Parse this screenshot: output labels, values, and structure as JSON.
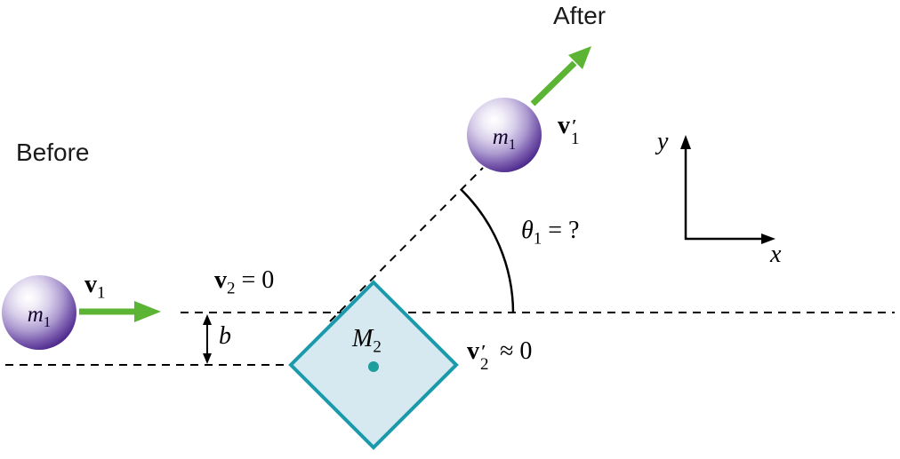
{
  "figure": {
    "after": "After",
    "before": "Before"
  },
  "vectors": {
    "v1": {
      "base": "v",
      "sub": "1"
    },
    "v2_initial": {
      "base": "v",
      "sub": "2",
      "rest": " = 0"
    },
    "v1_prime": {
      "base": "v",
      "prime": "′",
      "sub": "1"
    },
    "v2_prime": {
      "base": "v",
      "prime": "′",
      "sub": "2",
      "rest": " ≈ 0"
    }
  },
  "masses": {
    "m1_before": {
      "base": "m",
      "sub": "1"
    },
    "m1_after": {
      "base": "m",
      "sub": "1"
    },
    "m2_block": {
      "base": "M",
      "sub": "2"
    }
  },
  "angle_theta1": {
    "base": "θ",
    "sub": "1",
    "rest": " = ?"
  },
  "impact_parameter": {
    "label": "b"
  },
  "axes": {
    "x": "x",
    "y": "y"
  },
  "colors": {
    "velocity_arrow_green": "#5cb434",
    "sphere_purple": "#321568",
    "block_fill": "#d7e9f0",
    "block_stroke": "#1b9aac"
  }
}
